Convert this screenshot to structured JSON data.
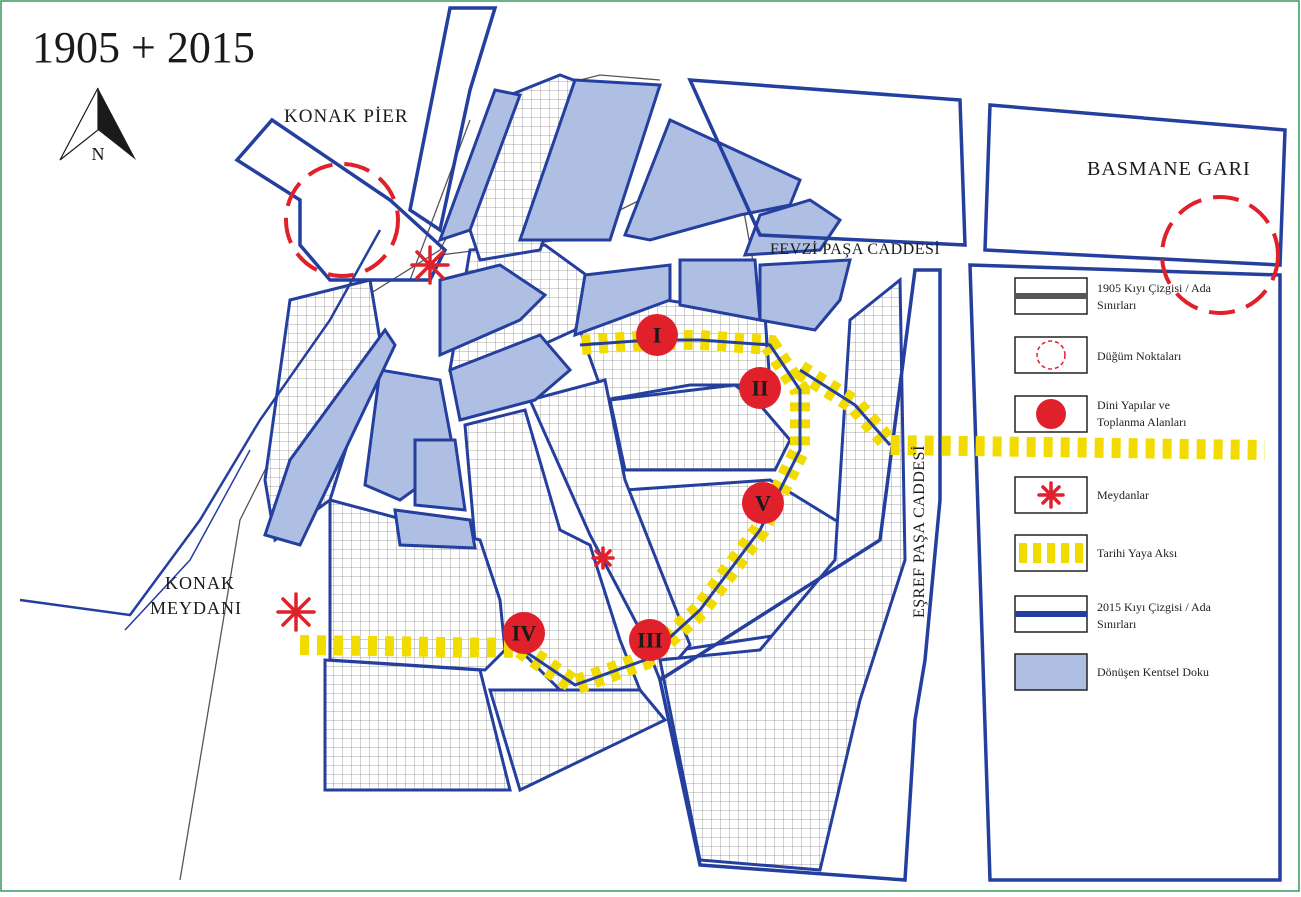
{
  "title": "1905 + 2015",
  "compass_label": "N",
  "places": {
    "konak_pier": "KONAK PİER",
    "basmane_gari": "BASMANE GARI",
    "fevzi_pasa": "FEVZİ PAŞA CADDESİ",
    "esref_pasa": "EŞREF PAŞA CADDESİ",
    "konak_meydani_1": "KONAK",
    "konak_meydani_2": "MEYDANI"
  },
  "points": [
    {
      "id": "I",
      "label": "I"
    },
    {
      "id": "II",
      "label": "II"
    },
    {
      "id": "III",
      "label": "III"
    },
    {
      "id": "IV",
      "label": "IV"
    },
    {
      "id": "V",
      "label": "V"
    }
  ],
  "legend": [
    {
      "key": "shoreline_1905",
      "line1": "1905 Kıyı Çizgisi / Ada",
      "line2": "Sınırları"
    },
    {
      "key": "nodes",
      "line1": "Düğüm Noktaları",
      "line2": ""
    },
    {
      "key": "religious",
      "line1": "Dini Yapılar ve",
      "line2": "Toplanma Alanları"
    },
    {
      "key": "squares",
      "line1": "Meydanlar",
      "line2": ""
    },
    {
      "key": "pedestrian",
      "line1": "Tarihi Yaya Aksı",
      "line2": ""
    },
    {
      "key": "shoreline_2015",
      "line1": "2015 Kıyı Çizgisi / Ada",
      "line2": "Sınırları"
    },
    {
      "key": "transforming",
      "line1": "Dönüşen Kentsel Doku",
      "line2": ""
    }
  ],
  "colors": {
    "block_blue": "#243f9e",
    "fill_blue": "#aebfe3",
    "node_red": "#e0202a",
    "axis_yellow": "#f2dc00",
    "frame_green": "#3a9a5b"
  }
}
